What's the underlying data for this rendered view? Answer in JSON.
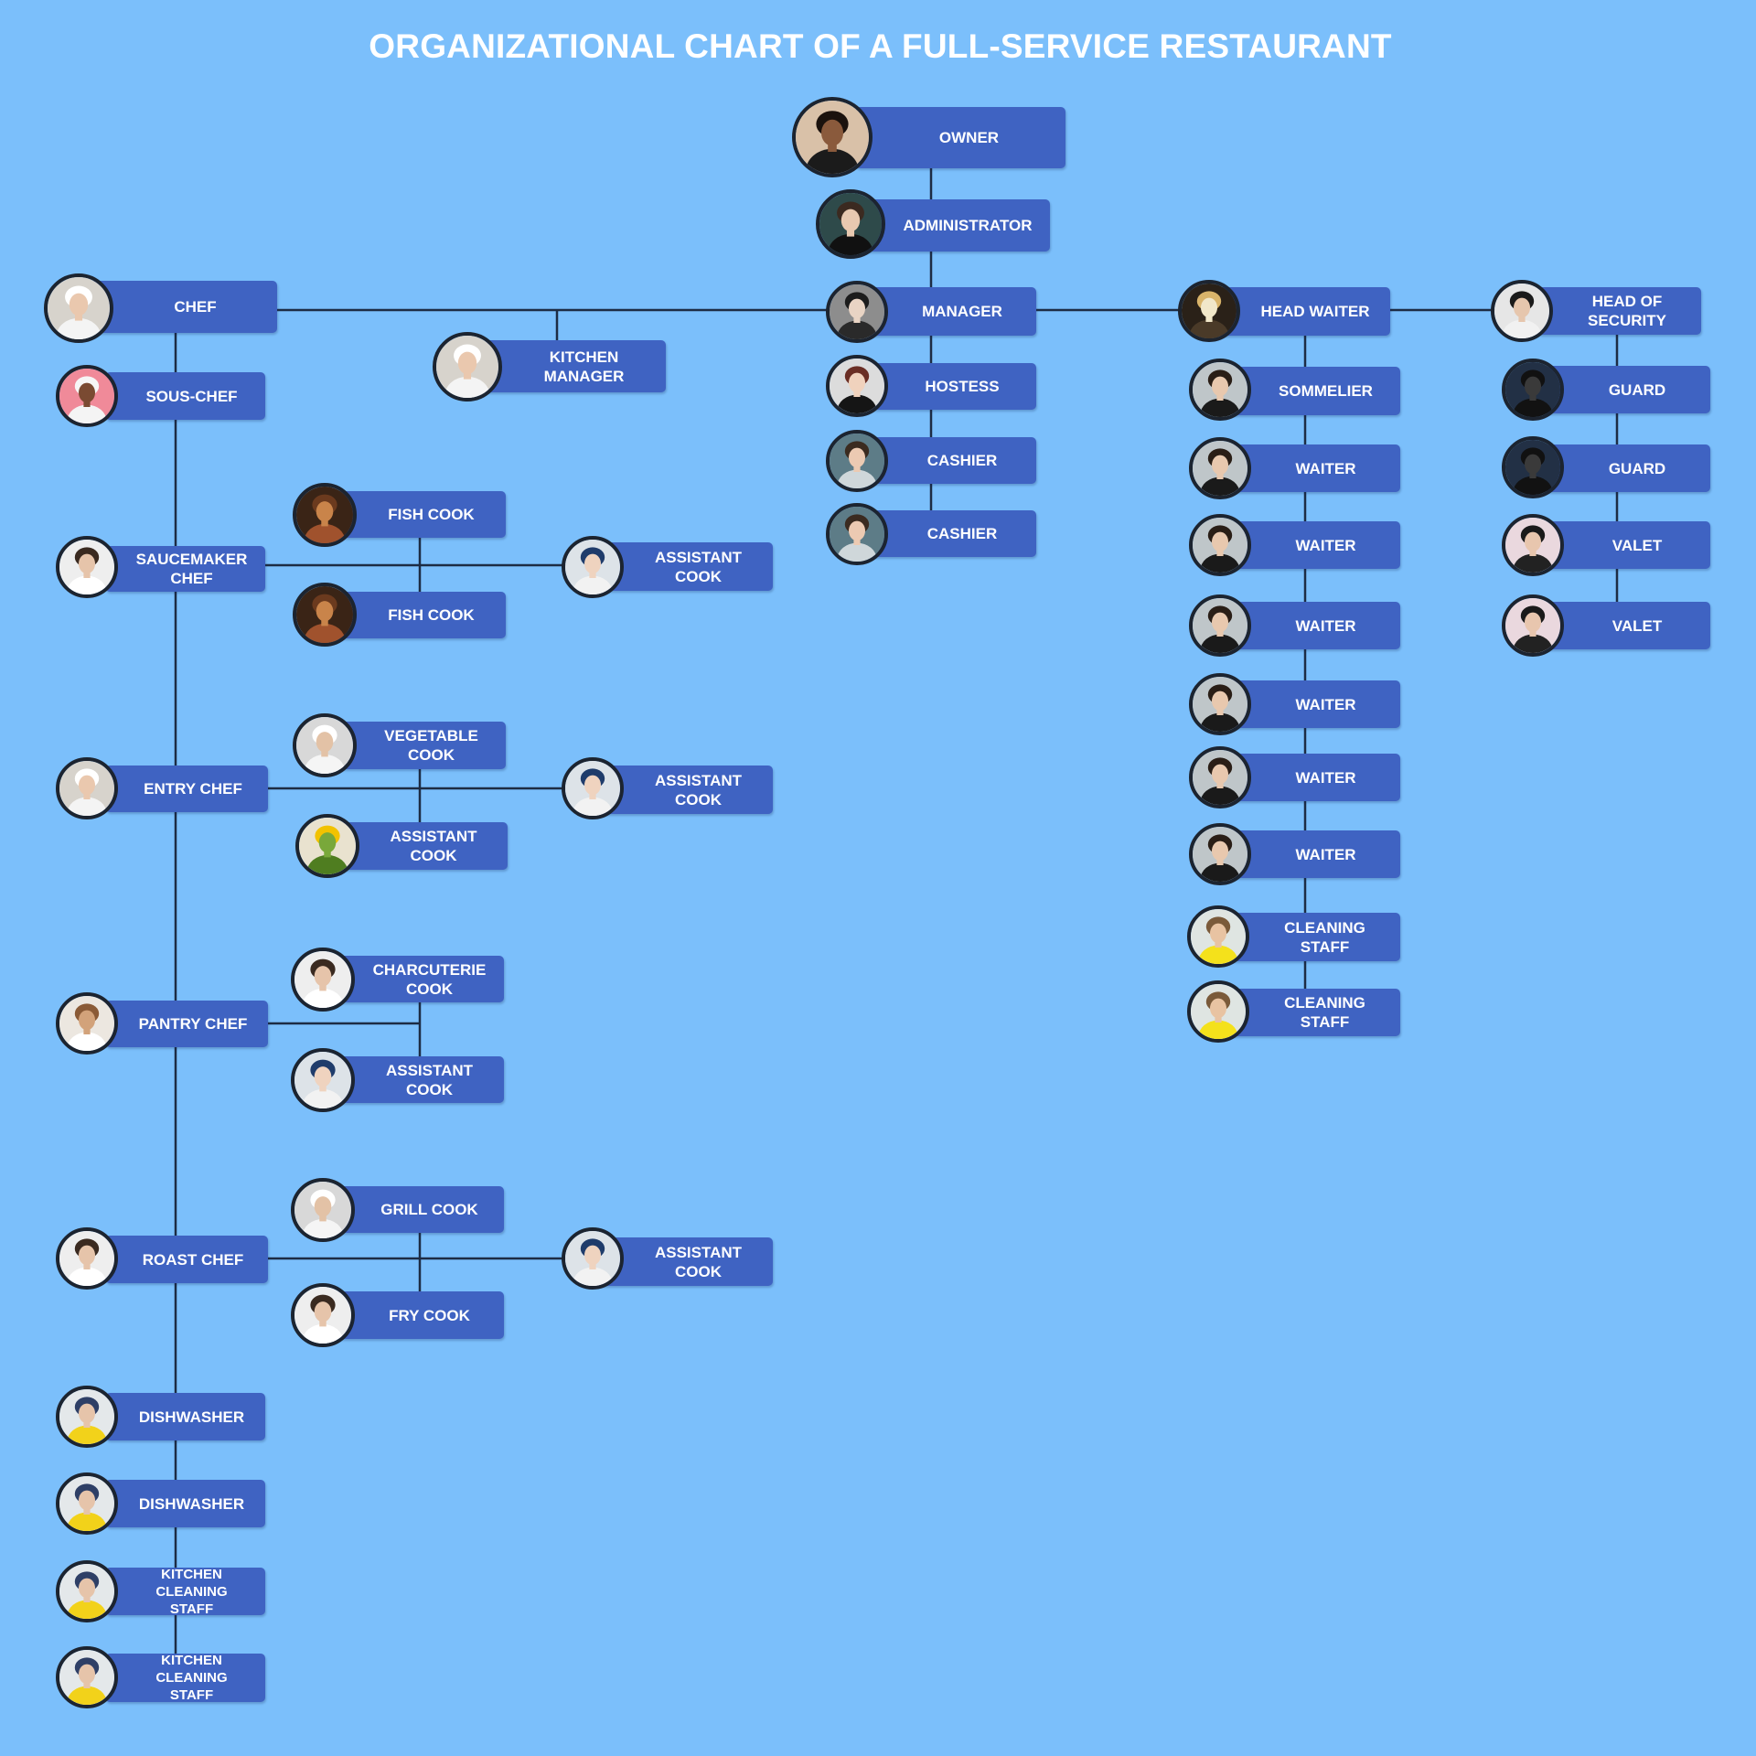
{
  "title": "ORGANIZATIONAL CHART OF A FULL-SERVICE RESTAURANT",
  "colors": {
    "background": "#7bbffb",
    "box": "#3f63c2",
    "text": "#ffffff",
    "line": "#1d2c44"
  },
  "nodes": [
    {
      "id": "owner",
      "label": "OWNER",
      "icon": "owner-portrait-icon",
      "parent": null
    },
    {
      "id": "administrator",
      "label": "ADMINISTRATOR",
      "icon": "administrator-portrait-icon",
      "parent": "owner"
    },
    {
      "id": "manager",
      "label": "MANAGER",
      "icon": "manager-portrait-icon",
      "parent": "administrator"
    },
    {
      "id": "hostess",
      "label": "HOSTESS",
      "icon": "hostess-portrait-icon",
      "parent": "manager"
    },
    {
      "id": "cashier-1",
      "label": "CASHIER",
      "icon": "cashier-portrait-icon",
      "parent": "hostess"
    },
    {
      "id": "cashier-2",
      "label": "CASHIER",
      "icon": "cashier-portrait-icon",
      "parent": "cashier-1"
    },
    {
      "id": "chef",
      "label": "CHEF",
      "icon": "chef-portrait-icon",
      "parent": "manager"
    },
    {
      "id": "kitchen-manager",
      "label": "KITCHEN\nMANAGER",
      "icon": "chef-portrait-icon",
      "parent": "chef"
    },
    {
      "id": "sous-chef",
      "label": "SOUS-CHEF",
      "icon": "sous-chef-portrait-icon",
      "parent": "chef"
    },
    {
      "id": "saucemaker-chef",
      "label": "SAUCEMAKER\nCHEF",
      "icon": "cook-with-pan-icon",
      "parent": "sous-chef"
    },
    {
      "id": "fish-cook-1",
      "label": "FISH COOK",
      "icon": "cooking-dish-icon",
      "parent": "saucemaker-chef"
    },
    {
      "id": "fish-cook-2",
      "label": "FISH COOK",
      "icon": "cooking-dish-icon",
      "parent": "saucemaker-chef"
    },
    {
      "id": "assistant-cook-1",
      "label": "ASSISTANT\nCOOK",
      "icon": "assistant-cook-portrait-icon",
      "parent": "saucemaker-chef"
    },
    {
      "id": "entry-chef",
      "label": "ENTRY CHEF",
      "icon": "chef-portrait-icon",
      "parent": "sous-chef"
    },
    {
      "id": "vegetable-cook",
      "label": "VEGETABLE\nCOOK",
      "icon": "cook-chopping-icon",
      "parent": "entry-chef"
    },
    {
      "id": "assistant-cook-2",
      "label": "ASSISTANT\nCOOK",
      "icon": "vegetables-icon",
      "parent": "entry-chef"
    },
    {
      "id": "assistant-cook-3",
      "label": "ASSISTANT\nCOOK",
      "icon": "assistant-cook-portrait-icon",
      "parent": "entry-chef"
    },
    {
      "id": "pantry-chef",
      "label": "PANTRY CHEF",
      "icon": "plated-dish-icon",
      "parent": "sous-chef"
    },
    {
      "id": "charcuterie-cook",
      "label": "CHARCUTERIE\nCOOK",
      "icon": "cook-with-pan-icon",
      "parent": "pantry-chef"
    },
    {
      "id": "assistant-cook-4",
      "label": "ASSISTANT\nCOOK",
      "icon": "assistant-cook-portrait-icon",
      "parent": "pantry-chef"
    },
    {
      "id": "roast-chef",
      "label": "ROAST CHEF",
      "icon": "cook-with-pan-icon",
      "parent": "sous-chef"
    },
    {
      "id": "grill-cook",
      "label": "GRILL COOK",
      "icon": "cook-chopping-icon",
      "parent": "roast-chef"
    },
    {
      "id": "fry-cook",
      "label": "FRY COOK",
      "icon": "cook-with-pan-icon",
      "parent": "roast-chef"
    },
    {
      "id": "assistant-cook-5",
      "label": "ASSISTANT\nCOOK",
      "icon": "assistant-cook-portrait-icon",
      "parent": "roast-chef"
    },
    {
      "id": "dishwasher-1",
      "label": "DISHWASHER",
      "icon": "dishwasher-portrait-icon",
      "parent": "roast-chef"
    },
    {
      "id": "dishwasher-2",
      "label": "DISHWASHER",
      "icon": "dishwasher-portrait-icon",
      "parent": "dishwasher-1"
    },
    {
      "id": "kitchen-cleaning-1",
      "label": "KITCHEN CLEANING\nSTAFF",
      "icon": "dishwasher-portrait-icon",
      "parent": "dishwasher-2"
    },
    {
      "id": "kitchen-cleaning-2",
      "label": "KITCHEN CLEANING\nSTAFF",
      "icon": "dishwasher-portrait-icon",
      "parent": "kitchen-cleaning-1"
    },
    {
      "id": "head-waiter",
      "label": "HEAD WAITER",
      "icon": "wine-glass-icon",
      "parent": "manager"
    },
    {
      "id": "sommelier",
      "label": "SOMMELIER",
      "icon": "waiter-portrait-icon",
      "parent": "head-waiter"
    },
    {
      "id": "waiter-1",
      "label": "WAITER",
      "icon": "waiter-portrait-icon",
      "parent": "sommelier"
    },
    {
      "id": "waiter-2",
      "label": "WAITER",
      "icon": "waiter-portrait-icon",
      "parent": "waiter-1"
    },
    {
      "id": "waiter-3",
      "label": "WAITER",
      "icon": "waiter-portrait-icon",
      "parent": "waiter-2"
    },
    {
      "id": "waiter-4",
      "label": "WAITER",
      "icon": "waiter-portrait-icon",
      "parent": "waiter-3"
    },
    {
      "id": "waiter-5",
      "label": "WAITER",
      "icon": "waiter-portrait-icon",
      "parent": "waiter-4"
    },
    {
      "id": "waiter-6",
      "label": "WAITER",
      "icon": "waiter-portrait-icon",
      "parent": "waiter-5"
    },
    {
      "id": "cleaning-staff-1",
      "label": "CLEANING\nSTAFF",
      "icon": "cleaning-staff-portrait-icon",
      "parent": "waiter-6"
    },
    {
      "id": "cleaning-staff-2",
      "label": "CLEANING\nSTAFF",
      "icon": "cleaning-staff-portrait-icon",
      "parent": "cleaning-staff-1"
    },
    {
      "id": "head-of-security",
      "label": "HEAD OF\nSECURITY",
      "icon": "security-portrait-icon",
      "parent": "head-waiter"
    },
    {
      "id": "guard-1",
      "label": "GUARD",
      "icon": "guard-portrait-icon",
      "parent": "head-of-security"
    },
    {
      "id": "guard-2",
      "label": "GUARD",
      "icon": "guard-portrait-icon",
      "parent": "guard-1"
    },
    {
      "id": "valet-1",
      "label": "VALET",
      "icon": "valet-portrait-icon",
      "parent": "guard-2"
    },
    {
      "id": "valet-2",
      "label": "VALET",
      "icon": "valet-portrait-icon",
      "parent": "valet-1"
    }
  ]
}
